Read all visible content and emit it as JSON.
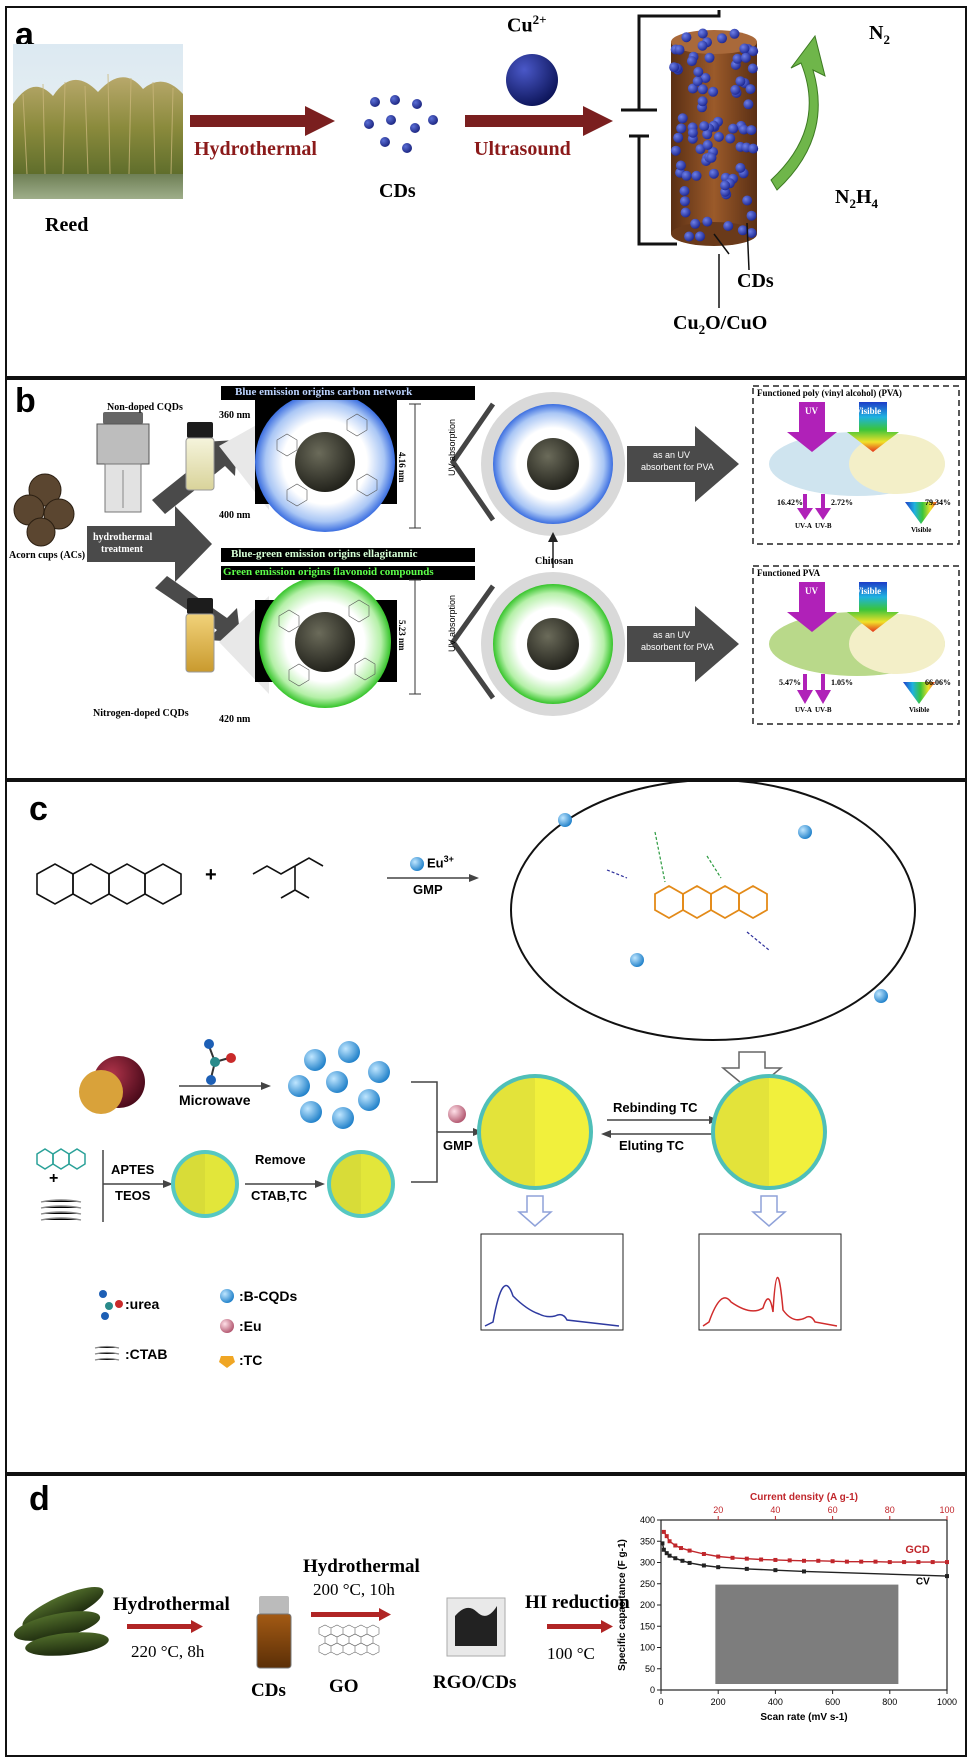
{
  "panel_a": {
    "label": "a",
    "reed_label": "Reed",
    "step1": "Hydrothermal",
    "cds_label": "CDs",
    "cu_ion": "Cu",
    "cu_charge": "2+",
    "step2": "Ultrasound",
    "n2": "N",
    "n2_sub": "2",
    "n2h4_a": "N",
    "n2h4_b": "2",
    "n2h4_c": "H",
    "n2h4_d": "4",
    "cds_right": "CDs",
    "cu2o_a": "Cu",
    "cu2o_b": "2",
    "cu2o_c": "O/CuO"
  },
  "panel_b": {
    "label": "b",
    "non_doped": "Non-doped CQDs",
    "acorn": "Acorn cups (ACs)",
    "hydrothermal": "hydrothermal",
    "treatment": "treatment",
    "nitrogen_doped": "Nitrogen-doped CQDs",
    "blue_emission": "Blue emission origins carbon network",
    "blue_green": "Blue-green emission origins ellagitannic",
    "green_emission": "Green emission origins flavonoid compounds",
    "nm360": "360 nm",
    "nm400": "400 nm",
    "nm420": "420 nm",
    "size1": "4.16 nm",
    "size2": "5.23 nm",
    "uv_absorption": "UV absorption",
    "chitosan": "Chitosan",
    "absorbent_1": "as an UV",
    "absorbent_2": "absorbent for PVA",
    "pva_top_title": "Functioned poly (vinyl alcohol) (PVA)",
    "pva_bottom_title": "Functioned PVA",
    "uv": "UV",
    "visible": "Visible",
    "top_p1": "16.42%",
    "top_p2": "2.72%",
    "top_p3": "79.34%",
    "bot_p1": "5.47%",
    "bot_p2": "1.05%",
    "bot_p3": "66.06%",
    "uva": "UV-A",
    "uvb": "UV-B",
    "visible_small": "Visible"
  },
  "panel_c": {
    "label": "c",
    "plus1": "+",
    "plus2": "+",
    "eu": "Eu",
    "eu_charge": "3+",
    "gmp": "GMP",
    "microwave": "Microwave",
    "aptes": "APTES",
    "teos": "TEOS",
    "remove": "Remove",
    "ctab_tc": "CTAB,TC",
    "gmp2": "GMP",
    "rebinding": "Rebinding TC",
    "eluting": "Eluting TC",
    "legend_urea": ":urea",
    "legend_ctab": ":CTAB",
    "legend_bcqds": ":B-CQDs",
    "legend_eu": ":Eu",
    "legend_tc": ":TC"
  },
  "panel_d": {
    "label": "d",
    "step1": "Hydrothermal",
    "cond1": "220 °C, 8h",
    "cds": "CDs",
    "step2": "Hydrothermal",
    "cond2": "200 °C, 10h",
    "go": "GO",
    "rgo_cds": "RGO/CDs",
    "step3": "HI reduction",
    "cond3": "100 °C",
    "cond3b": "100 °C"
  },
  "chart_data": {
    "type": "line",
    "xlabel": "Scan rate (mV s-1)",
    "x2label": "Current density (A g-1)",
    "ylabel": "Specific capacitance (F g-1)",
    "xlim": [
      0,
      1000
    ],
    "x2lim": [
      0,
      100
    ],
    "ylim": [
      0,
      400
    ],
    "xticks": [
      "0",
      "200",
      "400",
      "600",
      "800",
      "1000"
    ],
    "x2ticks": [
      "20",
      "40",
      "60",
      "80",
      "100"
    ],
    "yticks": [
      "0",
      "50",
      "100",
      "150",
      "200",
      "250",
      "300",
      "350",
      "400"
    ],
    "series": [
      {
        "name": "GCD",
        "color": "#c0262b",
        "x2": [
          1,
          2,
          3,
          5,
          7,
          10,
          15,
          20,
          25,
          30,
          35,
          40,
          45,
          50,
          55,
          60,
          65,
          70,
          75,
          80,
          85,
          90,
          95,
          100
        ],
        "values": [
          372,
          362,
          350,
          340,
          334,
          328,
          320,
          314,
          311,
          309,
          307,
          306,
          305,
          304,
          304,
          303,
          302,
          302,
          302,
          301,
          301,
          301,
          301,
          301
        ]
      },
      {
        "name": "CV",
        "color": "#222222",
        "x": [
          5,
          10,
          20,
          30,
          50,
          75,
          100,
          150,
          200,
          300,
          400,
          500,
          1000
        ],
        "values": [
          345,
          330,
          322,
          316,
          310,
          304,
          299,
          293,
          289,
          285,
          282,
          279,
          268
        ]
      }
    ]
  }
}
